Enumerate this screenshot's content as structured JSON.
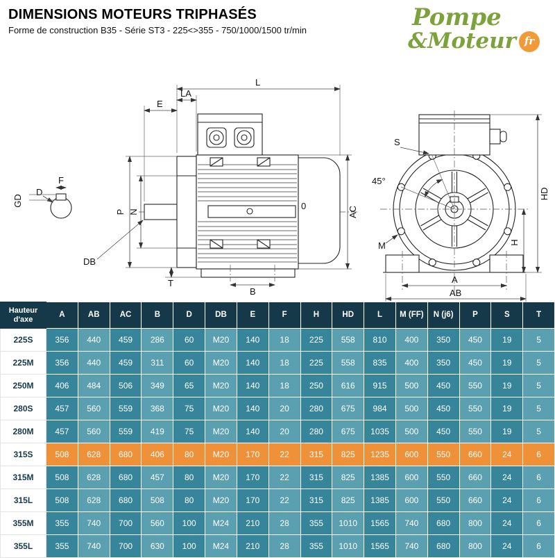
{
  "header": {
    "title": "DIMENSIONS MOTEURS TRIPHASÉS",
    "subtitle": "Forme de construction B35 - Série ST3 - 225<>355 - 750/1000/1500 tr/min"
  },
  "logo": {
    "word1": "Pompe",
    "word2": "&Moteur",
    "tld": "fr"
  },
  "drawing": {
    "L": "L",
    "LA": "LA",
    "E": "E",
    "F": "F",
    "D": "D",
    "GD": "GD",
    "P": "P",
    "N": "N",
    "DB": "DB",
    "T": "T",
    "B": "B",
    "O": "0",
    "AC": "AC",
    "S": "S",
    "angle": "45°",
    "M": "M",
    "HD": "HD",
    "H": "H",
    "A": "A",
    "AB": "AB"
  },
  "colors": {
    "header_navy": "#16394a",
    "teal_dark": "#37859b",
    "teal_light": "#5aa0b1",
    "highlight_orange": "#ee9138",
    "logo_green": "#7da23b",
    "logo_orange": "#f09a38"
  },
  "table": {
    "header": [
      "Hauteur d'axe",
      "A",
      "AB",
      "AC",
      "B",
      "D",
      "DB",
      "E",
      "F",
      "H",
      "HD",
      "L",
      "M (FF)",
      "N (j6)",
      "P",
      "S",
      "T"
    ],
    "rows": [
      {
        "label": "225S",
        "highlight": false,
        "values": [
          "356",
          "440",
          "459",
          "286",
          "60",
          "M20",
          "140",
          "18",
          "225",
          "558",
          "810",
          "400",
          "350",
          "450",
          "19",
          "5"
        ]
      },
      {
        "label": "225M",
        "highlight": false,
        "values": [
          "356",
          "440",
          "459",
          "311",
          "60",
          "M20",
          "140",
          "18",
          "225",
          "558",
          "835",
          "400",
          "350",
          "450",
          "19",
          "5"
        ]
      },
      {
        "label": "250M",
        "highlight": false,
        "values": [
          "406",
          "484",
          "506",
          "349",
          "65",
          "M20",
          "140",
          "18",
          "250",
          "616",
          "915",
          "500",
          "450",
          "550",
          "19",
          "5"
        ]
      },
      {
        "label": "280S",
        "highlight": false,
        "values": [
          "457",
          "560",
          "559",
          "368",
          "75",
          "M20",
          "140",
          "20",
          "280",
          "675",
          "984",
          "500",
          "450",
          "550",
          "19",
          "5"
        ]
      },
      {
        "label": "280M",
        "highlight": false,
        "values": [
          "457",
          "560",
          "559",
          "419",
          "75",
          "M20",
          "140",
          "20",
          "280",
          "675",
          "1035",
          "500",
          "450",
          "550",
          "19",
          "5"
        ]
      },
      {
        "label": "315S",
        "highlight": true,
        "values": [
          "508",
          "628",
          "680",
          "406",
          "80",
          "M20",
          "170",
          "22",
          "315",
          "825",
          "1235",
          "600",
          "550",
          "660",
          "24",
          "6"
        ]
      },
      {
        "label": "315M",
        "highlight": false,
        "values": [
          "508",
          "628",
          "680",
          "457",
          "80",
          "M20",
          "170",
          "22",
          "315",
          "825",
          "1385",
          "600",
          "550",
          "660",
          "24",
          "6"
        ]
      },
      {
        "label": "315L",
        "highlight": false,
        "values": [
          "508",
          "628",
          "680",
          "508",
          "80",
          "M20",
          "170",
          "22",
          "315",
          "825",
          "1385",
          "600",
          "550",
          "660",
          "24",
          "6"
        ]
      },
      {
        "label": "355M",
        "highlight": false,
        "values": [
          "355",
          "740",
          "700",
          "560",
          "100",
          "M24",
          "210",
          "28",
          "355",
          "1010",
          "1565",
          "740",
          "680",
          "800",
          "24",
          "6"
        ]
      },
      {
        "label": "355L",
        "highlight": false,
        "values": [
          "355",
          "740",
          "700",
          "630",
          "100",
          "M24",
          "210",
          "28",
          "355",
          "1010",
          "1565",
          "740",
          "680",
          "800",
          "24",
          "6"
        ]
      }
    ]
  }
}
